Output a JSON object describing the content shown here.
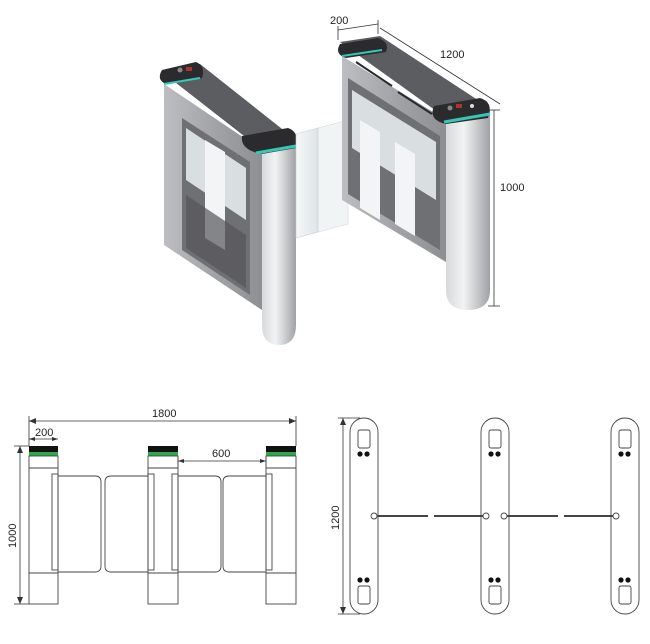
{
  "dimensions": {
    "iso_depth": "200",
    "iso_length": "1200",
    "iso_height": "1000",
    "front_total_width": "1800",
    "front_cabinet_width": "200",
    "front_passage_width": "600",
    "front_height": "1000",
    "top_length": "1200"
  },
  "colors": {
    "cabinet_body": "#a9aaad",
    "cabinet_top": "#2b2b2d",
    "led_strip": "#35c7b8",
    "glass": "#e9eef0",
    "status_green": "#2ea84a"
  }
}
